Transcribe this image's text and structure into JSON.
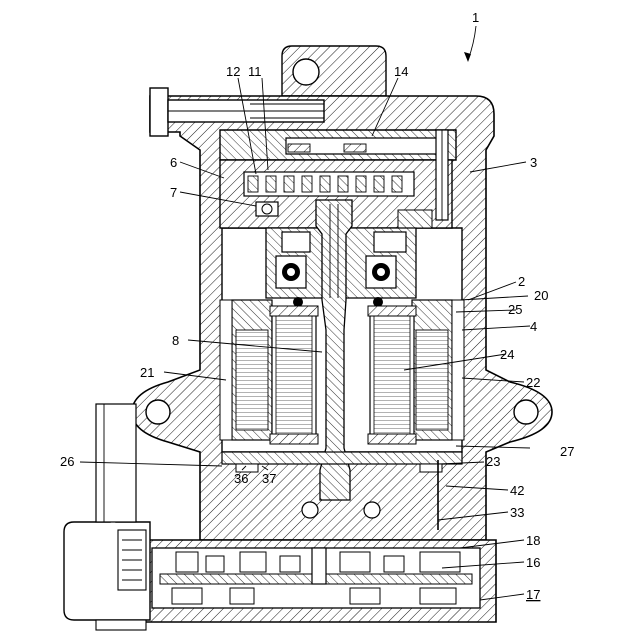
{
  "figure": {
    "number": "1",
    "callouts": [
      {
        "id": "c12",
        "text": "12"
      },
      {
        "id": "c11",
        "text": "11"
      },
      {
        "id": "c14",
        "text": "14"
      },
      {
        "id": "c6",
        "text": "6"
      },
      {
        "id": "c3",
        "text": "3"
      },
      {
        "id": "c7",
        "text": "7"
      },
      {
        "id": "c2",
        "text": "2"
      },
      {
        "id": "c20",
        "text": "20"
      },
      {
        "id": "c25",
        "text": "25"
      },
      {
        "id": "c4",
        "text": "4"
      },
      {
        "id": "c8",
        "text": "8"
      },
      {
        "id": "c24",
        "text": "24"
      },
      {
        "id": "c21",
        "text": "21"
      },
      {
        "id": "c22",
        "text": "22"
      },
      {
        "id": "c27",
        "text": "27"
      },
      {
        "id": "c26",
        "text": "26"
      },
      {
        "id": "c23",
        "text": "23"
      },
      {
        "id": "c36",
        "text": "36"
      },
      {
        "id": "c37",
        "text": "37"
      },
      {
        "id": "c42",
        "text": "42"
      },
      {
        "id": "c33",
        "text": "33"
      },
      {
        "id": "c18",
        "text": "18"
      },
      {
        "id": "c16",
        "text": "16"
      },
      {
        "id": "c17",
        "text": "17"
      }
    ]
  }
}
